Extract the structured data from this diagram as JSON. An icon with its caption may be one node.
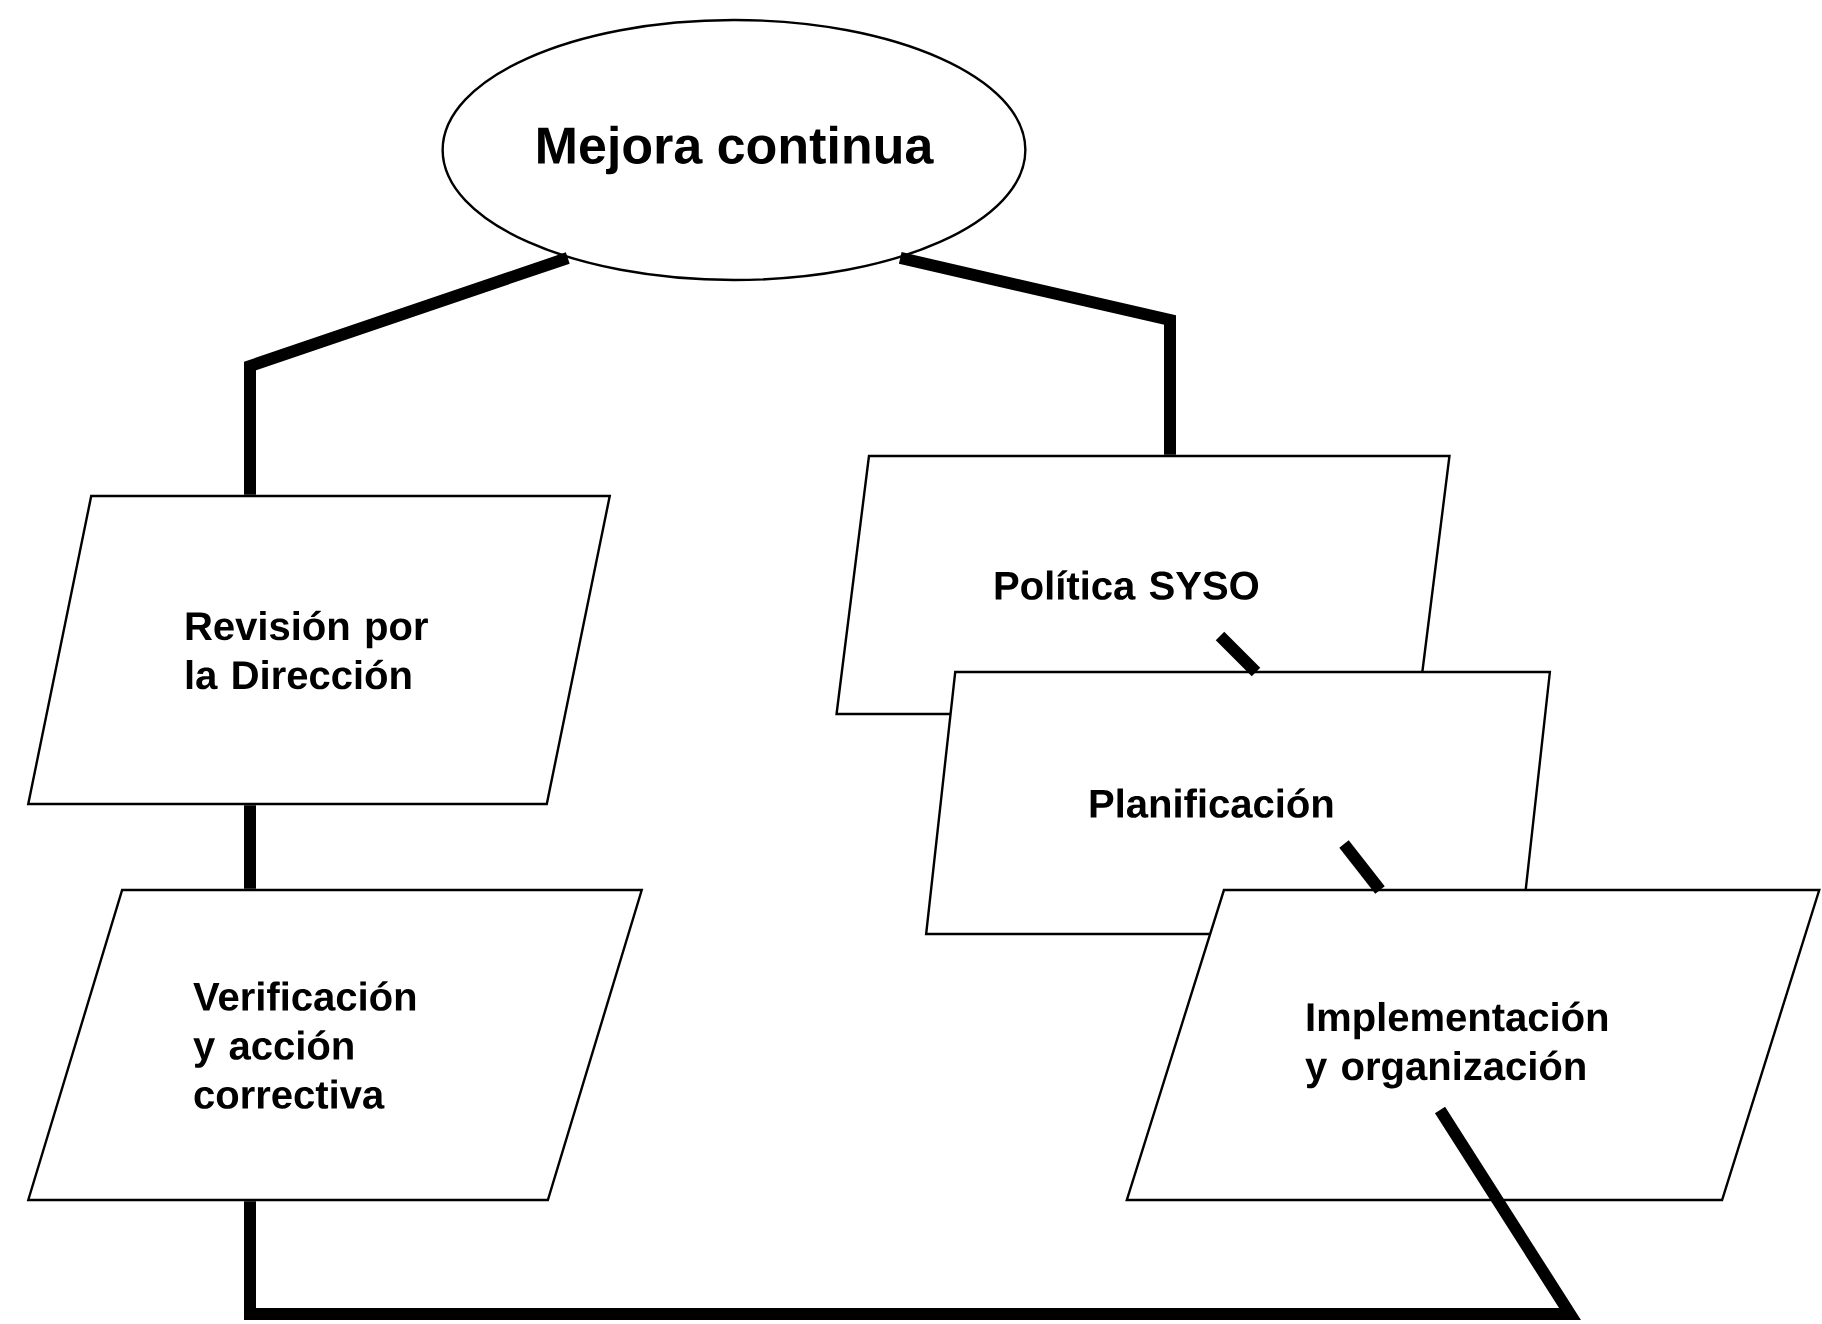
{
  "diagram": {
    "nodes": [
      {
        "text": [
          "Mejora continua"
        ]
      },
      {
        "text": [
          "Revisión por la Dirección"
        ]
      },
      {
        "text": [
          "Verificación y acción correctiva"
        ]
      },
      {
        "text": [
          "Política SYSO"
        ]
      },
      {
        "text": [
          "Planificación"
        ]
      },
      {
        "text": [
          "Implementación y organización"
        ]
      }
    ],
    "edges": [
      {
        "from": 0,
        "to": 1,
        "arrow": "none"
      },
      {
        "from": 1,
        "to": 2,
        "arrow": "none"
      },
      {
        "from": 0,
        "to": 3,
        "arrow": "none"
      },
      {
        "from": 3,
        "to": 4,
        "arrow": "none"
      },
      {
        "from": 4,
        "to": 5,
        "arrow": "none"
      },
      {
        "from": 2,
        "to": 5,
        "arrow": "none"
      }
    ]
  }
}
